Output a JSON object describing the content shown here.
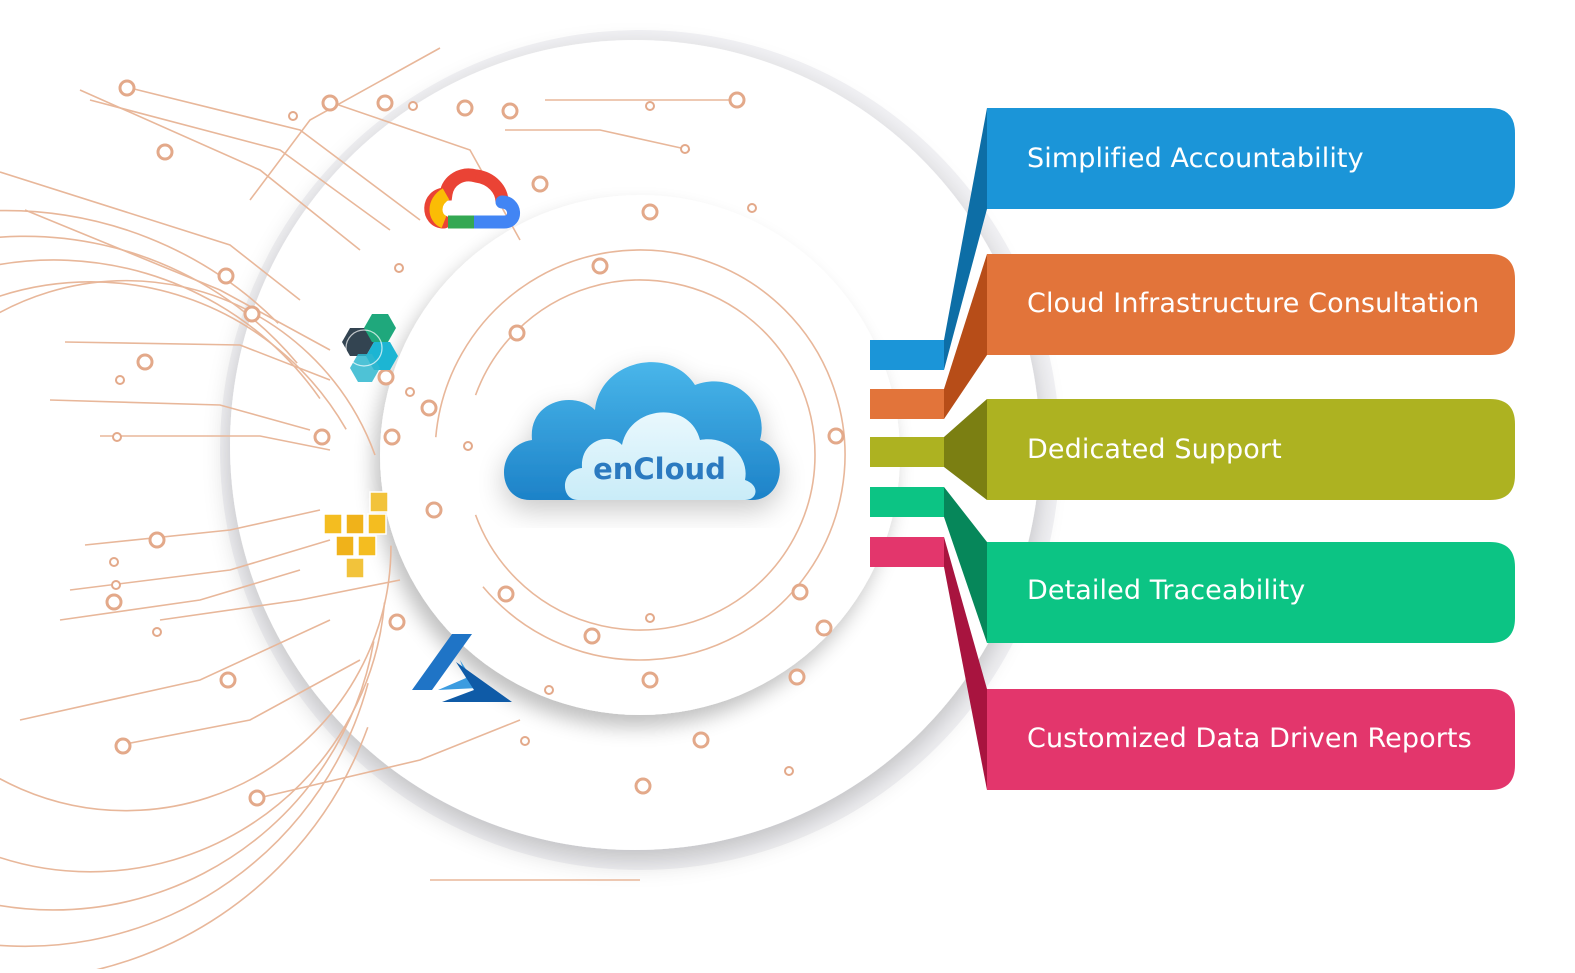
{
  "center": {
    "label": "enCloud"
  },
  "providers": [
    {
      "icon": "google-cloud-icon"
    },
    {
      "icon": "multi-hexagon-cloud-icon"
    },
    {
      "icon": "aws-cubes-icon"
    },
    {
      "icon": "azure-icon"
    }
  ],
  "features": [
    {
      "label": "Simplified Accountability",
      "color": "#1b95d8",
      "dark": "#0d6ea6"
    },
    {
      "label": "Cloud Infrastructure Consultation",
      "color": "#e2743a",
      "dark": "#b74d18"
    },
    {
      "label": "Dedicated Support",
      "color": "#adb221",
      "dark": "#7b7f12"
    },
    {
      "label": "Detailed Traceability",
      "color": "#0cc484",
      "dark": "#06875a"
    },
    {
      "label": "Customized Data Driven Reports",
      "color": "#e3366c",
      "dark": "#a8143f"
    }
  ]
}
